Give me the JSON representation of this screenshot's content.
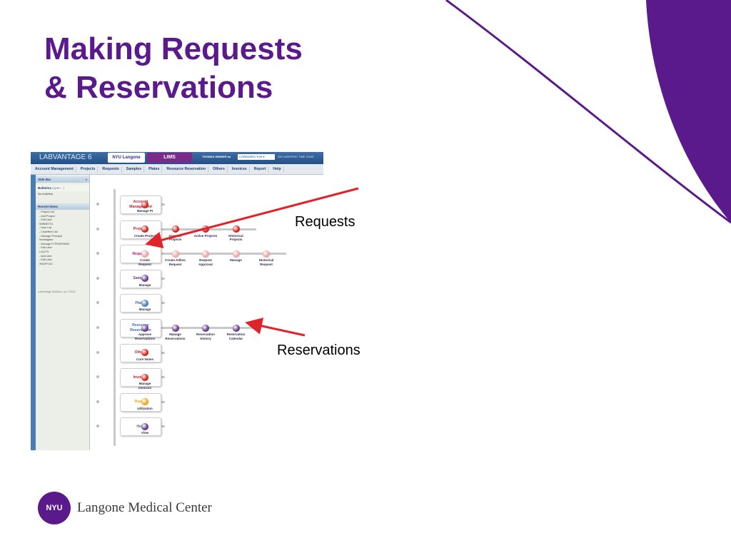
{
  "slide": {
    "title_line1": "Making Requests",
    "title_line2": "& Reservations",
    "callout_requests": "Requests",
    "callout_reservations": "Reservations",
    "footer_logo_text": "NYU",
    "footer_text": "Langone Medical Center"
  },
  "colors": {
    "brand_purple": "#5a1a8c",
    "arrow_red": "#e0222a",
    "app_blue": "#2b5d97",
    "dot_red": "#d9221c",
    "dot_pink": "#f0a6a6",
    "dot_purple": "#6a3d8a",
    "dot_blue": "#4a7fb8",
    "dot_yellow": "#e8a91a"
  },
  "app": {
    "logo": "LABVANTAGE 6",
    "org": "NYU Langone",
    "module": "LIMS",
    "user": "THOMAS WINNER as",
    "role": "COREDIRECTOR",
    "role_icon": "chevron-down-icon",
    "server": "ON LIMSPROD TIME ZONE",
    "menu": [
      "Account Management",
      "Projects",
      "Requests",
      "Samples",
      "Plates",
      "Resource Reservation",
      "Others",
      "Invoices",
      "Report",
      "Help"
    ],
    "sidebar": {
      "header": "Side Bar",
      "collapse_icon": "double-chevron-left-icon",
      "bulletins_label": "Bulletins",
      "bulletins_note": "(open - )",
      "bulletins_text": "No bulletins",
      "recent_label": "Recent Items",
      "recent_items": [
        "- Project List",
        "- Add Project",
        "- Edit User",
        "  WINNET01",
        "- User List",
        "- Chartfield List",
        "- Manage Principal",
        "  Investigator",
        "- Manage PI PEARSM03",
        "- Edit User",
        "  LA1279",
        "- Add User",
        "- Edit User",
        "  SHAFFJ02"
      ],
      "copyright": "LabVantage Solutions, Inc. ©2011"
    },
    "steps": [
      {
        "name": "Account\nManagement",
        "color": "#c0202a",
        "items": [
          {
            "label": "Manage PI",
            "dot": "red"
          }
        ]
      },
      {
        "name": "Projects",
        "color": "#c0202a",
        "items": [
          {
            "label": "Create Project",
            "dot": "red"
          },
          {
            "label": "Approve\nProjects",
            "dot": "red"
          },
          {
            "label": "Active Projects",
            "dot": "red"
          },
          {
            "label": "Historical\nProjects",
            "dot": "red"
          }
        ]
      },
      {
        "name": "Requests",
        "color": "#b0208a",
        "items": [
          {
            "label": "Create\nRequest",
            "dot": "pink"
          },
          {
            "label": "Create Adhoc\nRequest",
            "dot": "pink"
          },
          {
            "label": "Request\nApproval",
            "dot": "pink"
          },
          {
            "label": "Manage",
            "dot": "pink"
          },
          {
            "label": "Historical\nRequest",
            "dot": "pink"
          }
        ]
      },
      {
        "name": "Samples",
        "color": "#6a3d8a",
        "items": [
          {
            "label": "Manage",
            "dot": "purple"
          }
        ]
      },
      {
        "name": "Plates",
        "color": "#3a6ea8",
        "items": [
          {
            "label": "Manage",
            "dot": "blue"
          }
        ]
      },
      {
        "name": "Resource\nReservation",
        "color": "#3a6ea8",
        "items": [
          {
            "label": "Approve\nReservations",
            "dot": "purple"
          },
          {
            "label": "Manage\nReservations",
            "dot": "purple"
          },
          {
            "label": "Reservation\nHistory",
            "dot": "purple"
          },
          {
            "label": "Reservation\nCalendar",
            "dot": "purple"
          }
        ]
      },
      {
        "name": "Others",
        "color": "#c0202a",
        "items": [
          {
            "label": "Core Notes",
            "dot": "red"
          }
        ]
      },
      {
        "name": "Invoices",
        "color": "#c0202a",
        "items": [
          {
            "label": "Manage\nInvoices",
            "dot": "red"
          }
        ]
      },
      {
        "name": "Report",
        "color": "#e8a91a",
        "items": [
          {
            "label": "Utilization",
            "dot": "yellow"
          }
        ]
      },
      {
        "name": "Help",
        "color": "#3a6ea8",
        "items": [
          {
            "label": "View",
            "dot": "purple"
          }
        ]
      }
    ]
  }
}
